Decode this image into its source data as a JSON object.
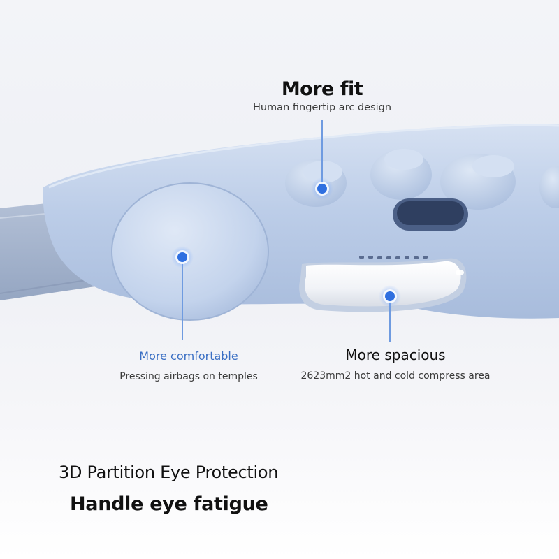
{
  "callouts": {
    "fit": {
      "title": "More fit",
      "subtitle": "Human fingertip arc design"
    },
    "comfortable": {
      "title": "More comfortable",
      "subtitle": "Pressing airbags on temples"
    },
    "spacious": {
      "title": "More spacious",
      "subtitle": "2623mm2 hot and cold compress area"
    }
  },
  "headline": {
    "line1": "3D Partition Eye Protection",
    "line2": "Handle eye fatigue"
  },
  "colors": {
    "accent_blue": "#3a6fc4",
    "device_blue": "#b7c9e6",
    "indicator_dot": "#2f6fe0"
  },
  "icons": {
    "indicator": "pointer-dot-icon"
  }
}
